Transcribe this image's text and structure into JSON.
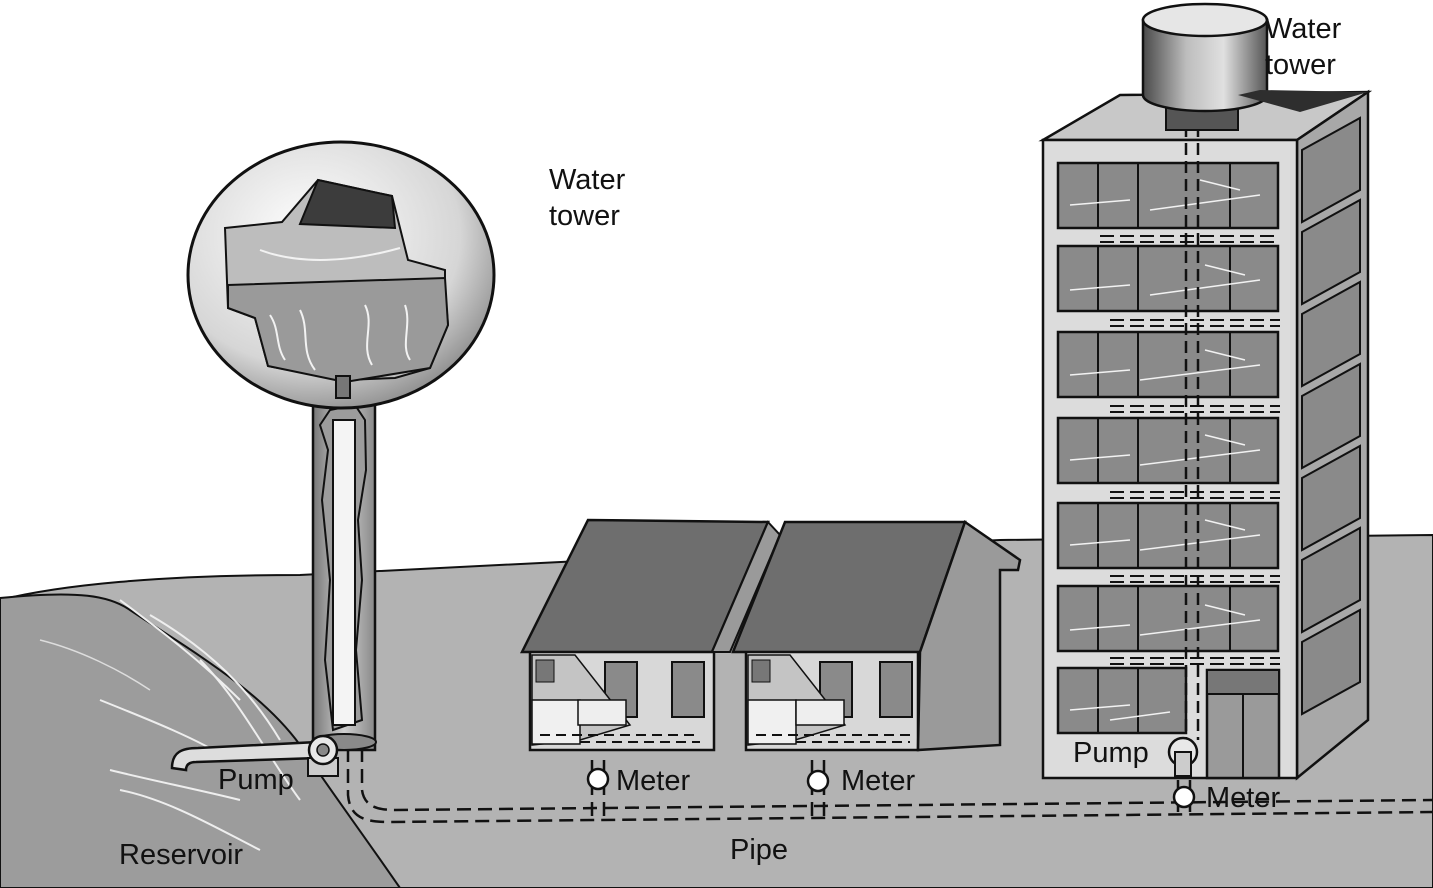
{
  "labels": {
    "water_tower_left_line1": "Water",
    "water_tower_left_line2": "tower",
    "water_tower_right_line1": "Water",
    "water_tower_right_line2": "tower",
    "pump_left": "Pump",
    "pump_right": "Pump",
    "meter_house_1": "Meter",
    "meter_house_2": "Meter",
    "meter_building": "Meter",
    "reservoir": "Reservoir",
    "pipe": "Pipe"
  },
  "colors": {
    "ground": "#b3b3b3",
    "reservoir_water": "#9c9c9c",
    "outline": "#111111",
    "roof": "#6e6e6e",
    "wall": "#d8d8d8",
    "window": "#8a8a8a",
    "tank_water": "#bdbdbd"
  }
}
